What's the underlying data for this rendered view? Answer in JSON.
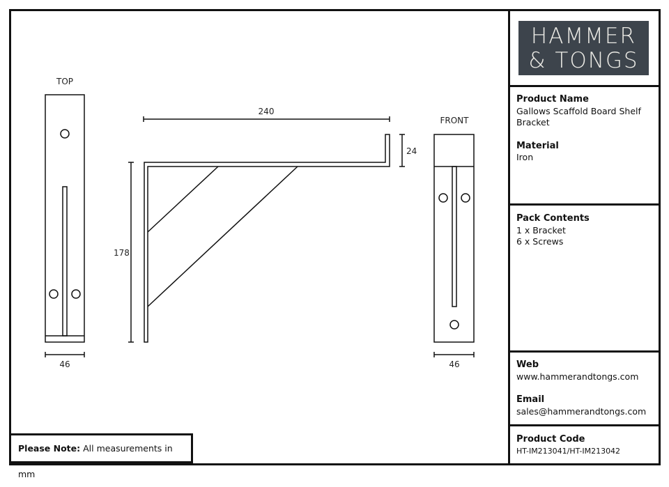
{
  "logo": {
    "line1": "HAMMER",
    "line2": "& TONGS",
    "background": "#3d444c"
  },
  "drawing": {
    "top_view": {
      "label": "TOP",
      "width_dim": "46"
    },
    "side_view": {
      "length_dim": "240",
      "height_dim": "178",
      "lip_dim": "24"
    },
    "front_view": {
      "label": "FRONT",
      "width_dim": "46"
    }
  },
  "info": {
    "product_name_label": "Product Name",
    "product_name": "Gallows Scaffold Board Shelf Bracket",
    "material_label": "Material",
    "material": "Iron",
    "pack_contents_label": "Pack Contents",
    "pack_contents": [
      "1 x Bracket",
      "6 x Screws"
    ],
    "web_label": "Web",
    "web": "www.hammerandtongs.com",
    "email_label": "Email",
    "email": "sales@hammerandtongs.com",
    "product_code_label": "Product Code",
    "product_code": "HT-IM213041/HT-IM213042"
  },
  "note": {
    "label": "Please Note:",
    "text": "All measurements in mm"
  }
}
